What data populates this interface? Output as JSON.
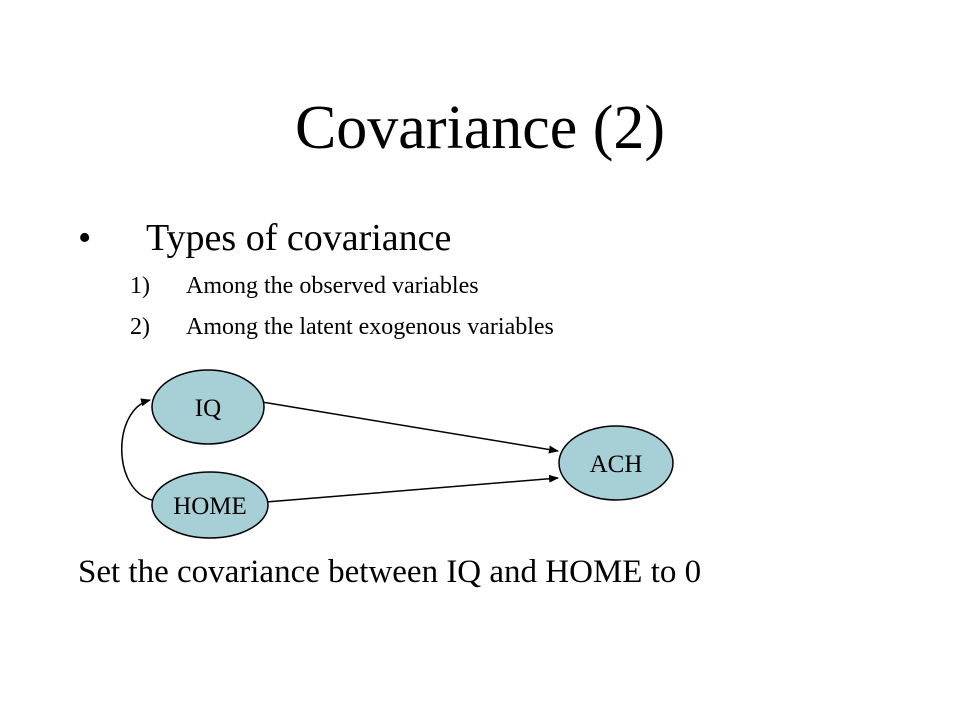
{
  "slide": {
    "title": "Covariance (2)",
    "bullet": {
      "symbol": "•",
      "text": "Types of covariance"
    },
    "subitems": [
      {
        "num": "1)",
        "text": "Among the observed variables"
      },
      {
        "num": "2)",
        "text": "Among the latent exogenous variables"
      }
    ],
    "footer": "Set the covariance between IQ and HOME to 0"
  },
  "diagram": {
    "node_fill": "#a6cfd6",
    "nodes": {
      "iq": "IQ",
      "home": "HOME",
      "ach": "ACH"
    }
  }
}
